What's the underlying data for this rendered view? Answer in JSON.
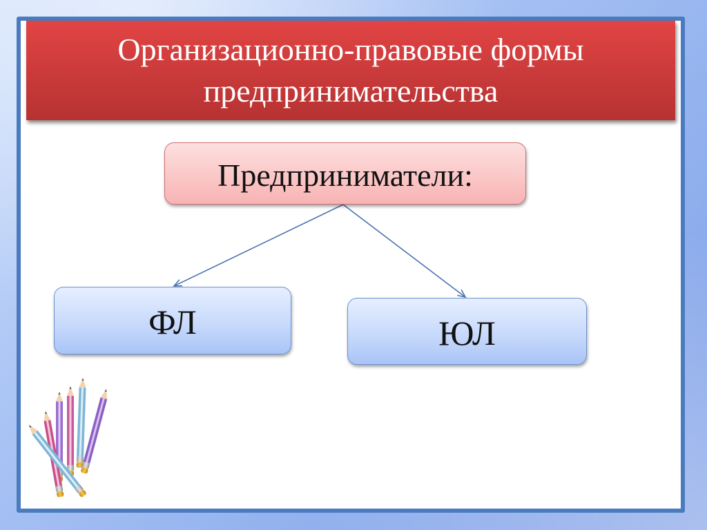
{
  "slide": {
    "title_line1": "Организационно-правовые формы",
    "title_line2": "предпринимательства"
  },
  "diagram": {
    "root": {
      "label": "Предприниматели:"
    },
    "children": [
      {
        "label": "ФЛ"
      },
      {
        "label": "ЮЛ"
      }
    ],
    "edges": [
      {
        "from": "Предприниматели:",
        "to": "ФЛ"
      },
      {
        "from": "Предприниматели:",
        "to": "ЮЛ"
      }
    ]
  },
  "decoration": {
    "clipart": "pencils-icon"
  },
  "colors": {
    "banner": "#cc3b3b",
    "frame_border": "#4a7bbf",
    "root_fill": "#f8b3b3",
    "child_fill": "#c5d8fb",
    "arrow": "#4a72b0"
  }
}
